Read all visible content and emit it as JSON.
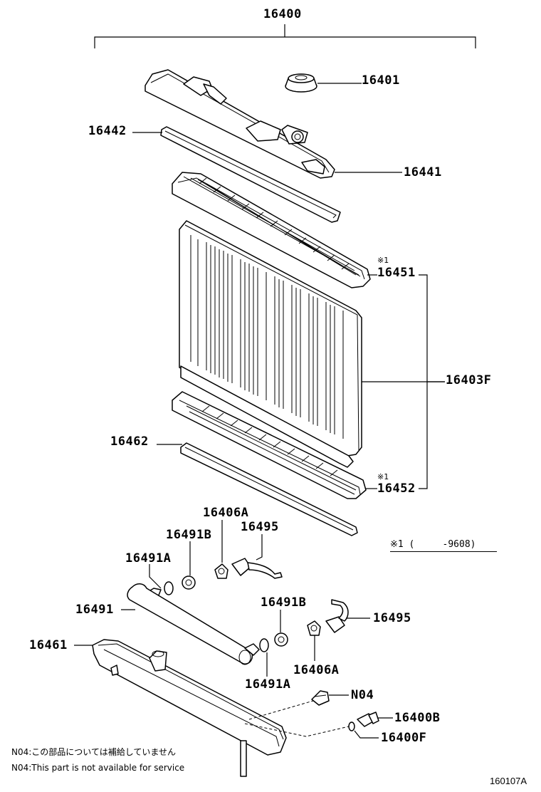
{
  "labels": {
    "assembly": "16400",
    "cap": "16401",
    "gasket_upper": "16442",
    "tank_upper": "16441",
    "seal_upper": "16451",
    "core": "16403F",
    "gasket_lower_label": "16462",
    "seal_lower": "16452",
    "nut_a": "16406A",
    "washer_b_left": "16491B",
    "hose_a": "16495",
    "oring_a_left": "16491A",
    "pipe": "16491",
    "washer_b_right": "16491B",
    "hose_b": "16495",
    "tank_lower": "16461",
    "nut_b": "16406A",
    "oring_a_right": "16491A",
    "n04": "N04",
    "drain_cock": "16400B",
    "drain_gasket": "16400F"
  },
  "marks": {
    "upper": "※1",
    "lower": "※1"
  },
  "footnote": "※1 (     -9608)",
  "notes": {
    "japanese": "N04:この部品については補給していません",
    "english": "N04:This part is not available for service"
  },
  "figure_code": "160107A"
}
